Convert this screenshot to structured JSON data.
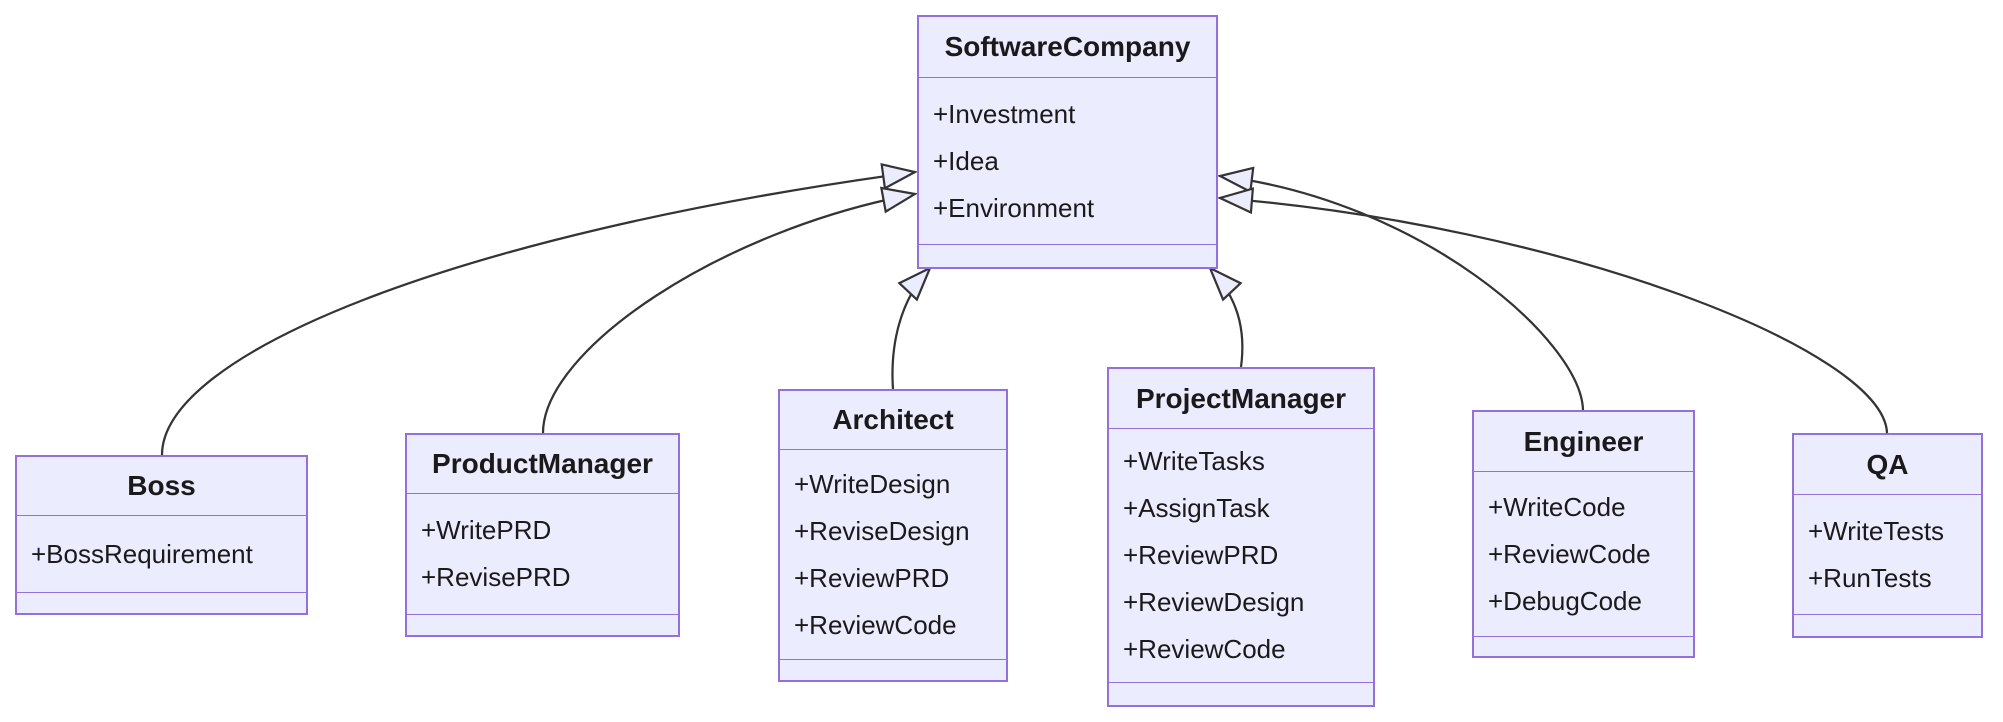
{
  "diagram": {
    "type": "uml-class-diagram",
    "relationship_style": "inheritance (hollow triangle arrowheads pointing to parent)",
    "colors": {
      "background": "#ffffff",
      "node_fill": "#ECECFF",
      "node_border": "#9370DB",
      "edge_stroke": "#343434",
      "text": "#1a1a1a"
    }
  },
  "classes": [
    {
      "name": "SoftwareCompany",
      "members": [
        "+Investment",
        "+Idea",
        "+Environment"
      ]
    },
    {
      "name": "Boss",
      "members": [
        "+BossRequirement"
      ]
    },
    {
      "name": "ProductManager",
      "members": [
        "+WritePRD",
        "+RevisePRD"
      ]
    },
    {
      "name": "Architect",
      "members": [
        "+WriteDesign",
        "+ReviseDesign",
        "+ReviewPRD",
        "+ReviewCode"
      ]
    },
    {
      "name": "ProjectManager",
      "members": [
        "+WriteTasks",
        "+AssignTask",
        "+ReviewPRD",
        "+ReviewDesign",
        "+ReviewCode"
      ]
    },
    {
      "name": "Engineer",
      "members": [
        "+WriteCode",
        "+ReviewCode",
        "+DebugCode"
      ]
    },
    {
      "name": "QA",
      "members": [
        "+WriteTests",
        "+RunTests"
      ]
    }
  ],
  "edges": [
    {
      "from": "Boss",
      "to": "SoftwareCompany",
      "type": "inheritance"
    },
    {
      "from": "ProductManager",
      "to": "SoftwareCompany",
      "type": "inheritance"
    },
    {
      "from": "Architect",
      "to": "SoftwareCompany",
      "type": "inheritance"
    },
    {
      "from": "ProjectManager",
      "to": "SoftwareCompany",
      "type": "inheritance"
    },
    {
      "from": "Engineer",
      "to": "SoftwareCompany",
      "type": "inheritance"
    },
    {
      "from": "QA",
      "to": "SoftwareCompany",
      "type": "inheritance"
    }
  ]
}
